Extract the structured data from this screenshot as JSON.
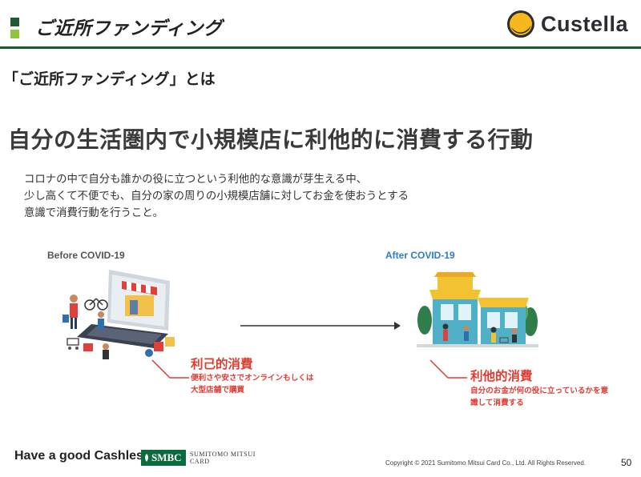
{
  "header": {
    "title": "ご近所ファンディング",
    "logo_text": "Custella"
  },
  "section_title": "「ご近所ファンディング」とは",
  "headline": "自分の生活圏内で小規模店に利他的に消費する行動",
  "description": [
    "コロナの中で自分も誰かの役に立つという利他的な意識が芽生える中、",
    "少し高くて不便でも、自分の家の周りの小規模店舗に対してお金を使おうとする",
    "意識で消費行動を行うこと。"
  ],
  "before": {
    "label": "Before COVID-19",
    "title": "利己的消費",
    "lines": [
      "便利さや安さでオンラインもしくは",
      "大型店舗で購買"
    ]
  },
  "after": {
    "label": "After COVID-19",
    "title": "利他的消費",
    "lines": [
      "自分のお金が何の役に立っているかを意",
      "識して消費する"
    ]
  },
  "footer": {
    "slogan": "Have a good Cashless.",
    "smbc": "SMBC",
    "company_lines": [
      "SUMITOMO MITSUI",
      "CARD"
    ],
    "copyright": "Copyright © 2021 Sumitomo Mitsui Card Co., Ltd. All Rights Reserved.",
    "page_number": "50"
  },
  "colors": {
    "brand_green": "#1e5a30",
    "accent_green": "#8cc63f",
    "red": "#e03c31",
    "after_blue": "#2f7dc2",
    "logo_yellow": "#f6b81a"
  },
  "icons": [
    "custella-logo-icon",
    "smbc-leaf-icon",
    "arrow-right-icon",
    "online-shopping-illustration",
    "local-shops-illustration"
  ]
}
